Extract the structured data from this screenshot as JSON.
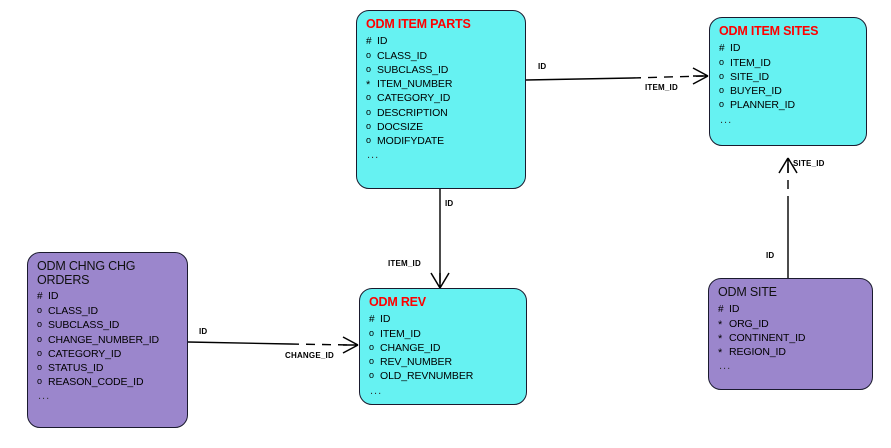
{
  "diagram": {
    "title": "ODM Entity Relationship Diagram",
    "notation": "barker-crowsfoot",
    "colors": {
      "entity_cyan": "#66F2F2",
      "entity_purple": "#9B86CC",
      "entity_border": "#1a1a2e",
      "title_red": "#FF0000",
      "title_black": "#101010",
      "line": "#000000"
    },
    "markers": {
      "primary_key": "#",
      "optional": "o",
      "mandatory": "*",
      "more": "..."
    }
  },
  "entities": [
    {
      "id": "odm_item_parts",
      "name": "ODM ITEM PARTS",
      "fill": "cyan",
      "title_color": "red",
      "attributes": [
        {
          "mark": "#",
          "name": "ID"
        },
        {
          "mark": "o",
          "name": "CLASS_ID"
        },
        {
          "mark": "o",
          "name": "SUBCLASS_ID"
        },
        {
          "mark": "*",
          "name": "ITEM_NUMBER"
        },
        {
          "mark": "o",
          "name": "CATEGORY_ID"
        },
        {
          "mark": "o",
          "name": "DESCRIPTION"
        },
        {
          "mark": "o",
          "name": "DOCSIZE"
        },
        {
          "mark": "o",
          "name": "MODIFYDATE"
        }
      ],
      "more": "..."
    },
    {
      "id": "odm_item_sites",
      "name": "ODM ITEM SITES",
      "fill": "cyan",
      "title_color": "red",
      "attributes": [
        {
          "mark": "#",
          "name": "ID"
        },
        {
          "mark": "o",
          "name": "ITEM_ID"
        },
        {
          "mark": "o",
          "name": "SITE_ID"
        },
        {
          "mark": "o",
          "name": "BUYER_ID"
        },
        {
          "mark": "o",
          "name": "PLANNER_ID"
        }
      ],
      "more": "..."
    },
    {
      "id": "odm_chng_chg_orders",
      "name": "ODM CHNG CHG\nORDERS",
      "fill": "purple",
      "title_color": "black",
      "attributes": [
        {
          "mark": "#",
          "name": "ID"
        },
        {
          "mark": "o",
          "name": "CLASS_ID"
        },
        {
          "mark": "o",
          "name": "SUBCLASS_ID"
        },
        {
          "mark": "o",
          "name": "CHANGE_NUMBER_ID"
        },
        {
          "mark": "o",
          "name": "CATEGORY_ID"
        },
        {
          "mark": "o",
          "name": "STATUS_ID"
        },
        {
          "mark": "o",
          "name": "REASON_CODE_ID"
        }
      ],
      "more": "..."
    },
    {
      "id": "odm_rev",
      "name": "ODM REV",
      "fill": "cyan",
      "title_color": "red",
      "attributes": [
        {
          "mark": "#",
          "name": "ID"
        },
        {
          "mark": "o",
          "name": "ITEM_ID"
        },
        {
          "mark": "o",
          "name": "CHANGE_ID"
        },
        {
          "mark": "o",
          "name": "REV_NUMBER"
        },
        {
          "mark": "o",
          "name": "OLD_REVNUMBER"
        }
      ],
      "more": "..."
    },
    {
      "id": "odm_site",
      "name": "ODM SITE",
      "fill": "purple",
      "title_color": "black",
      "attributes": [
        {
          "mark": "#",
          "name": "ID"
        },
        {
          "mark": "*",
          "name": "ORG_ID"
        },
        {
          "mark": "*",
          "name": "CONTINENT_ID"
        },
        {
          "mark": "*",
          "name": "REGION_ID"
        }
      ],
      "more": "..."
    }
  ],
  "relationships": [
    {
      "id": "parts_to_item_sites",
      "from": "odm_item_parts",
      "to": "odm_item_sites",
      "from_label": "ID",
      "to_label": "ITEM_ID"
    },
    {
      "id": "parts_to_rev",
      "from": "odm_item_parts",
      "to": "odm_rev",
      "from_label": "ID",
      "to_label": "ITEM_ID"
    },
    {
      "id": "site_to_item_sites",
      "from": "odm_site",
      "to": "odm_item_sites",
      "from_label": "ID",
      "to_label": "SITE_ID"
    },
    {
      "id": "chng_orders_to_rev",
      "from": "odm_chng_chg_orders",
      "to": "odm_rev",
      "from_label": "ID",
      "to_label": "CHANGE_ID"
    }
  ]
}
